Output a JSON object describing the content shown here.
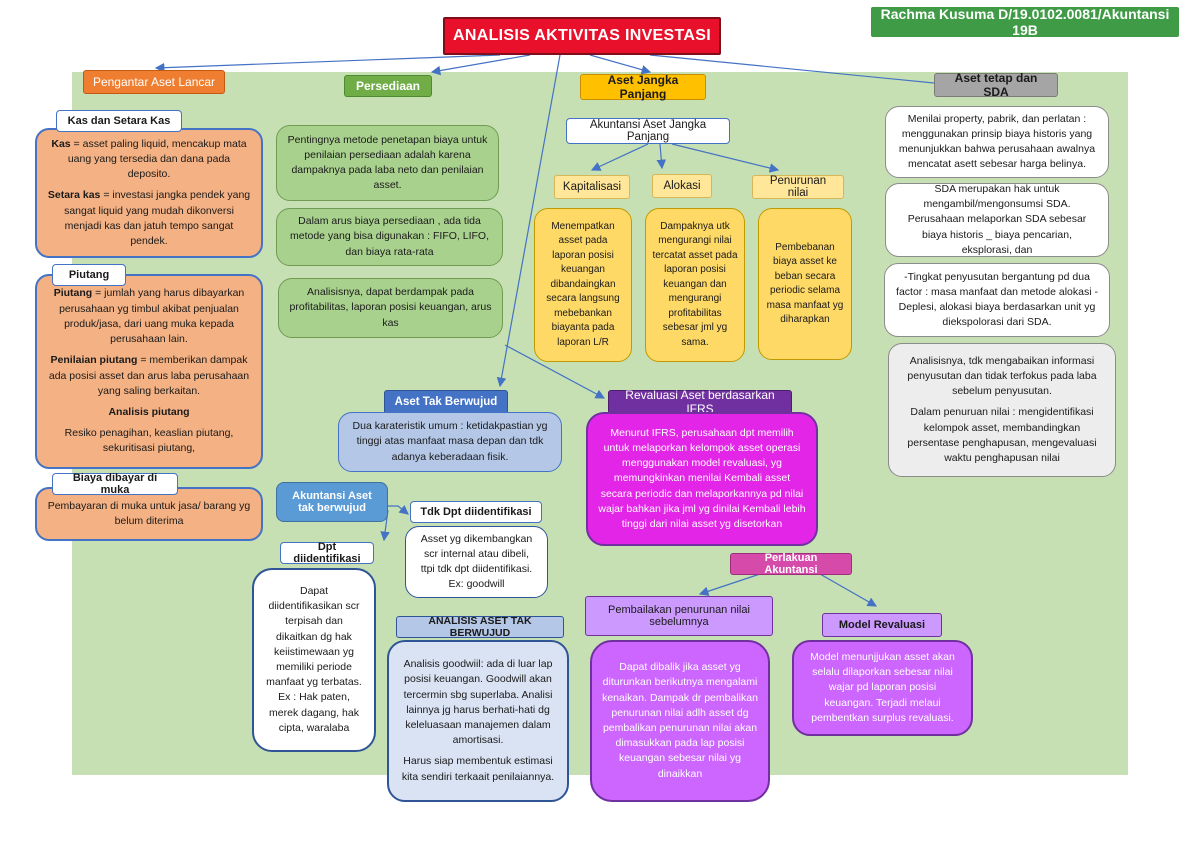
{
  "title": "ANALISIS AKTIVITAS INVESTASI",
  "author": "Rachma Kusuma D/19.0102.0081/Akuntansi 19B",
  "colors": {
    "panel": "#c6e0b4",
    "title": "#e8102a",
    "author": "#3f9b46"
  },
  "pengantar": {
    "heading": "Pengantar Aset Lancar",
    "kas": {
      "label": "Kas dan Setara Kas",
      "p1_term": "Kas",
      "p1_text": " = asset paling liquid, mencakup mata uang yang tersedia dan dana pada deposito.",
      "p2_term": "Setara kas",
      "p2_text": " = investasi jangka pendek yang sangat liquid yang mudah dikonversi menjadi kas dan jatuh tempo sangat pendek."
    },
    "piutang": {
      "label": "Piutang",
      "p1_term": "Piutang",
      "p1_text": " = jumlah yang harus dibayarkan perusahaan yg timbul akibat penjualan produk/jasa, dari uang muka kepada perusahaan lain.",
      "p2_term": "Penilaian piutang",
      "p2_text": " = memberikan dampak ada posisi asset dan arus laba perusahaan yang saling berkaitan.",
      "p3_term": "Analisis piutang",
      "p4_text": "Resiko penagihan, keaslian piutang, sekuritisasi piutang,"
    },
    "biaya": {
      "label": "Biaya dibayar di muka",
      "text": "Pembayaran di muka untuk jasa/ barang yg belum diterima"
    }
  },
  "persediaan": {
    "heading": "Persediaan",
    "boxes": [
      "Pentingnya metode penetapan biaya untuk penilaian persediaan adalah karena dampaknya pada laba neto dan penilaian asset.",
      "Dalam arus biaya persediaan , ada tida metode yang bisa digunakan : FIFO, LIFO, dan biaya rata-rata",
      "Analisisnya, dapat berdampak pada profitabilitas, laporan posisi keuangan, arus kas"
    ]
  },
  "ajp": {
    "heading": "Aset Jangka Panjang",
    "sub": "Akuntansi Aset Jangka Panjang",
    "cols": [
      {
        "label": "Kapitalisasi",
        "text": "Menempatkan asset pada laporan posisi keuangan dibandaingkan secara langsung mebebankan biayanta pada laporan L/R"
      },
      {
        "label": "Alokasi",
        "text": "Dampaknya utk mengurangi nilai tercatat asset pada laporan posisi keuangan dan mengurangi profitabilitas sebesar jml yg sama."
      },
      {
        "label": "Penurunan nilai",
        "text": "Pembebanan biaya asset ke beban secara periodic selama masa manfaat yg diharapkan"
      }
    ]
  },
  "tetap": {
    "heading": "Aset tetap dan SDA",
    "boxes": [
      "Menilai property, pabrik, dan perlatan : menggunakan prinsip biaya historis yang menunjukkan bahwa perusahaan awalnya mencatat asett sebesar harga belinya.",
      "SDA merupakan hak untuk mengambil/mengonsumsi SDA. Perusahaan melaporkan SDA sebesar biaya historis _ biaya pencarian, eksplorasi, dan",
      "-Tingkat penyusutan bergantung pd dua factor : masa manfaat dan metode alokasi -Deplesi, alokasi biaya berdasarkan unit yg diekspolorasi dari SDA."
    ],
    "last_p1": "Analisisnya, tdk mengabaikan informasi penyusutan dan tidak terfokus pada laba sebelum penyusutan.",
    "last_p2": "Dalam penuruan nilai : mengidentifikasi kelompok asset, membandingkan persentase penghapusan, mengevaluasi waktu penghapusan nilai"
  },
  "atb": {
    "heading": "Aset Tak Berwujud",
    "box": "Dua karateristik umum : ketidakpastian yg tinggi atas manfaat masa depan dan tdk adanya keberadaan fisik.",
    "akt_label": "Akuntansi Aset tak berwujud",
    "tdk_label": "Tdk Dpt diidentifikasi",
    "tdk_text": "Asset yg dikembangkan scr internal atau dibeli, ttpi tdk dpt diidentifikasi. Ex: goodwill",
    "dpt_label": "Dpt diidentifikasi",
    "dpt_text": "Dapat diidentifikasikan scr terpisah dan dikaitkan dg hak keiistimewaan yg memiliki periode manfaat yg terbatas. Ex : Hak paten, merek dagang, hak cipta, waralaba",
    "analisis_label": "ANALISIS ASET TAK BERWUJUD",
    "analisis_p1": "Analisis goodwiil: ada di luar lap posisi keuangan. Goodwill akan tercermin sbg superlaba. Analisi lainnya jg harus berhati-hati dg keleluasaan manajemen dalam amortisasi.",
    "analisis_p2": "Harus siap membentuk estimasi kita sendiri terkaait penilaiannya."
  },
  "revaluasi": {
    "heading": "Revaluasi Aset berdasarkan IFRS",
    "box": "Menurut IFRS, perusahaan dpt memilih untuk melaporkan kelompok asset operasi menggunakan model revaluasi, yg memungkinkan menilai Kembali asset secara periodic dan melaporkannya pd nilai wajar bahkan jika jml yg dinilai Kembali lebih tinggi dari nilai asset yg disetorkan",
    "perlakuan": "Perlakuan Akuntansi",
    "pemb_label": "Pembailakan penurunan nilai sebelumnya",
    "pemb_text": "Dapat dibalik jika asset yg diturunkan berikutnya mengalami kenaikan. Dampak dr pembalikan penurunan nilai adlh asset dg pembalikan penurunan nilai akan dimasukkan pada lap posisi keuangan sebesar nilai yg dinaikkan",
    "model_label": "Model Revaluasi",
    "model_text": "Model menunjjukan asset akan selalu dilaporkan sebesar nilai wajar pd laporan posisi keuangan. Terjadi melaui pembentkan surplus revaluasi."
  }
}
